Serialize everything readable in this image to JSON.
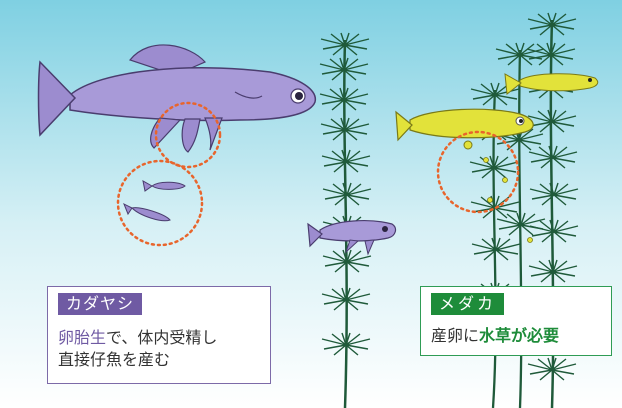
{
  "kadayashi": {
    "name": "カダヤシ",
    "desc_emphasis": "卵胎生",
    "desc_rest": "で、体内受精し",
    "desc_line2": "直接仔魚を産む"
  },
  "medaka": {
    "name": "メダカ",
    "desc_plain": "産卵に",
    "desc_emphasis": "水草が必要"
  },
  "colors": {
    "kadayashi": "#6f5aa3",
    "medaka": "#1e8c3a",
    "medaka_fish": "#e2e23a",
    "water_top": "#7fd0e2",
    "water_bottom": "#ffffff",
    "plant": "#1f5a3a",
    "highlight_circle": "#e8652c"
  }
}
